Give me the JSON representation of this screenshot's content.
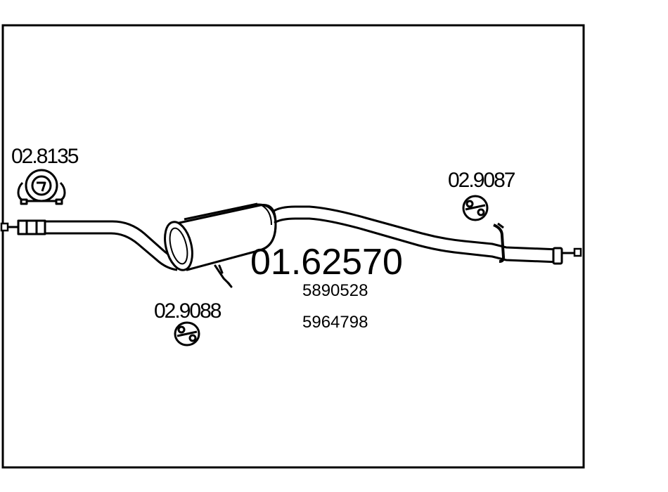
{
  "parts": {
    "main_part_number": "01.62570",
    "oem_numbers": [
      "5890528",
      "5964798"
    ],
    "accessories": {
      "clamp": "02.8135",
      "rubber_mount_rear": "02.9087",
      "rubber_mount_middle": "02.9088"
    }
  },
  "colors": {
    "line": "#000000",
    "background": "#ffffff"
  }
}
